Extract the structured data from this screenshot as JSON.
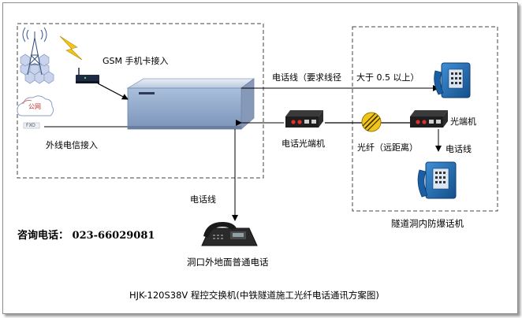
{
  "labels": {
    "gsm": "GSM 手机卡接入",
    "gongwang": "公网",
    "fxo": "FXO",
    "pstn": "外线电信接入",
    "line_req": "电话线（要求线径",
    "line_req_value": "大于 0.5 以上）",
    "optical_term_left": "电话光端机",
    "fiber": "光纤（远距离）",
    "optical_term_right": "光端机",
    "phone_line_right": "电话线",
    "phone_line_down": "电话线",
    "tunnel": "隧道洞内防爆话机",
    "surface_phone": "洞口外地面普通电话",
    "hotline": "咨询电话：  023-66029081"
  },
  "title": "HJK-120S38V 程控交换机(中铁隧道施工光纤电话通讯方案图)",
  "colors": {
    "phone_blue": "#1f6fb6",
    "switch_face": "#9fb8d8",
    "fiber_yellow": "#f2c51a",
    "dash": "#444444"
  }
}
